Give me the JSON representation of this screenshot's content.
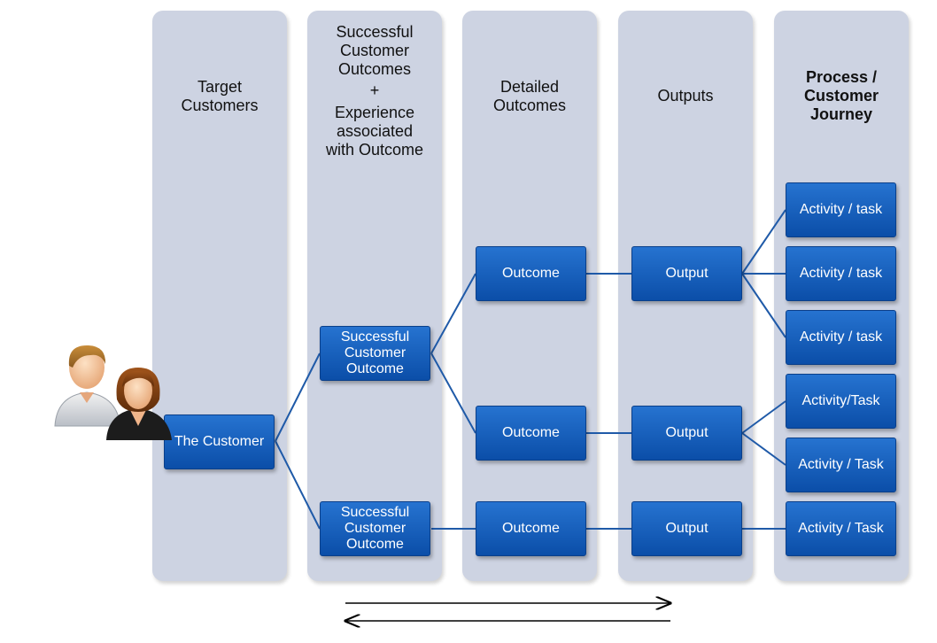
{
  "columns": {
    "target": {
      "lines": [
        "Target",
        "Customers"
      ]
    },
    "successful": {
      "lines": [
        "Successful",
        "Customer",
        "Outcomes",
        "+",
        "Experience",
        "associated",
        "with Outcome"
      ]
    },
    "detailed": {
      "lines": [
        "Detailed",
        "Outcomes"
      ]
    },
    "outputs": {
      "lines": [
        "Outputs"
      ]
    },
    "process": {
      "lines": [
        "Process /",
        "Customer",
        "Journey"
      ]
    }
  },
  "nodes": {
    "customer": "The Customer",
    "sco1": [
      "Successful",
      "Customer",
      "Outcome"
    ],
    "sco2": [
      "Successful",
      "Customer",
      "Outcome"
    ],
    "outcome1": "Outcome",
    "outcome2": "Outcome",
    "outcome3": "Outcome",
    "output1": "Output",
    "output2": "Output",
    "output3": "Output",
    "act1": "Activity / task",
    "act2": "Activity / task",
    "act3": "Activity / task",
    "act4": "Activity/Task",
    "act5": "Activity / Task",
    "act6": "Activity / Task"
  },
  "colors": {
    "column": "#cdd3e2",
    "box": "#1660c0",
    "line": "#1f5aa8"
  }
}
